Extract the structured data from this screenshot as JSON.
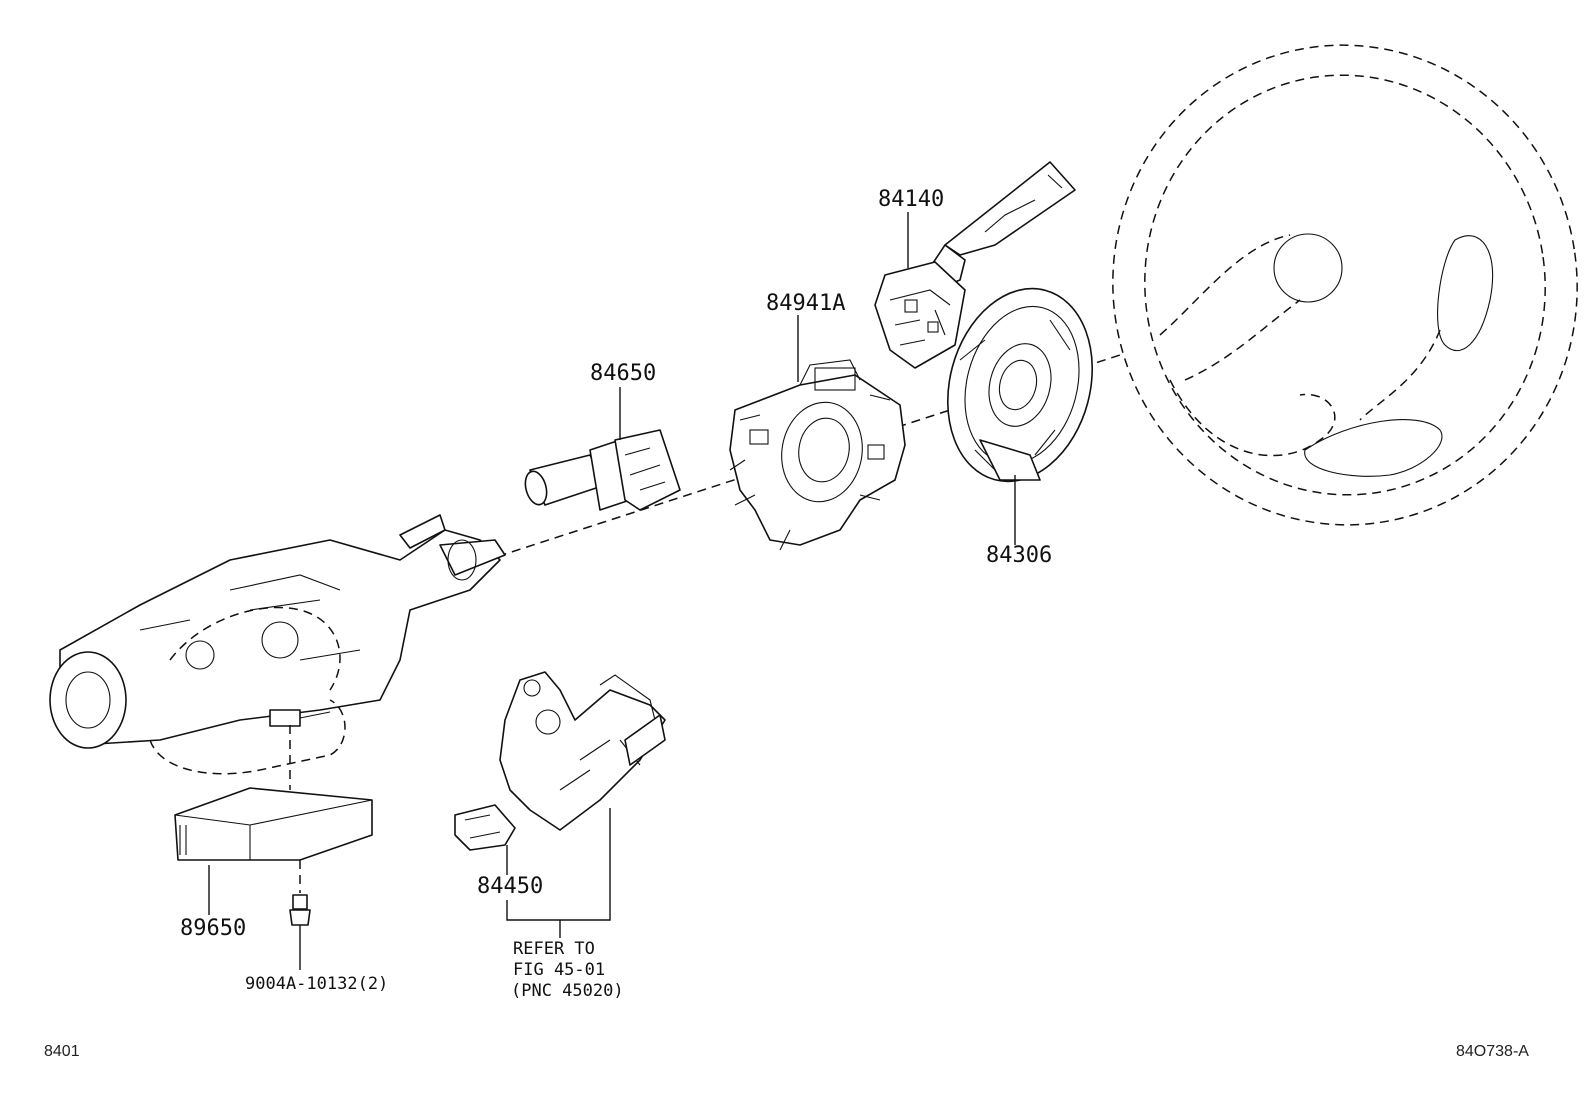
{
  "parts": {
    "p84140": "84140",
    "p84941A": "84941A",
    "p84650": "84650",
    "p84306": "84306",
    "p84450": "84450",
    "p89650": "89650",
    "p9004A": "9004A-10132(2)"
  },
  "refer_note": {
    "line1": "REFER TO",
    "line2": "FIG 45-01",
    "line3": "(PNC 45020)"
  },
  "footer": {
    "left_code": "8401",
    "right_code": "84O738-A"
  }
}
